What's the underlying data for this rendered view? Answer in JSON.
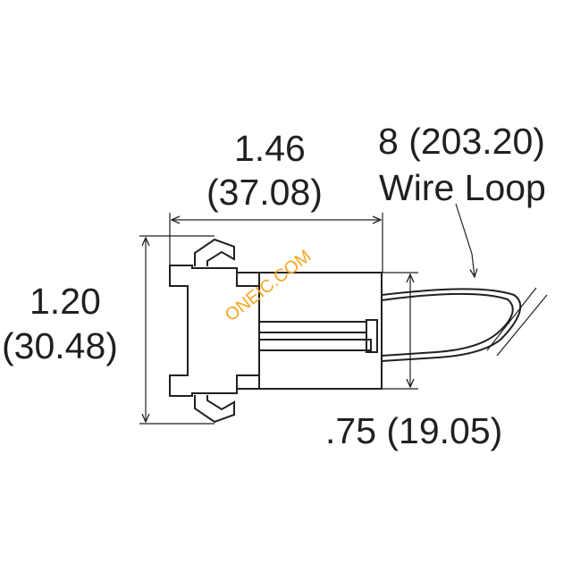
{
  "dimensions": {
    "width": {
      "inch": "1.46",
      "mm": "(37.08)"
    },
    "height": {
      "inch": "1.20",
      "mm": "(30.48)"
    },
    "body_height": {
      "label": ".75 (19.05)"
    },
    "wire": {
      "length": "8 (203.20)",
      "label": "Wire Loop"
    }
  },
  "watermark": {
    "text": "ONEIC.COM"
  },
  "colors": {
    "line": "#231f20",
    "watermark": "#f5a623",
    "background": "#ffffff"
  }
}
